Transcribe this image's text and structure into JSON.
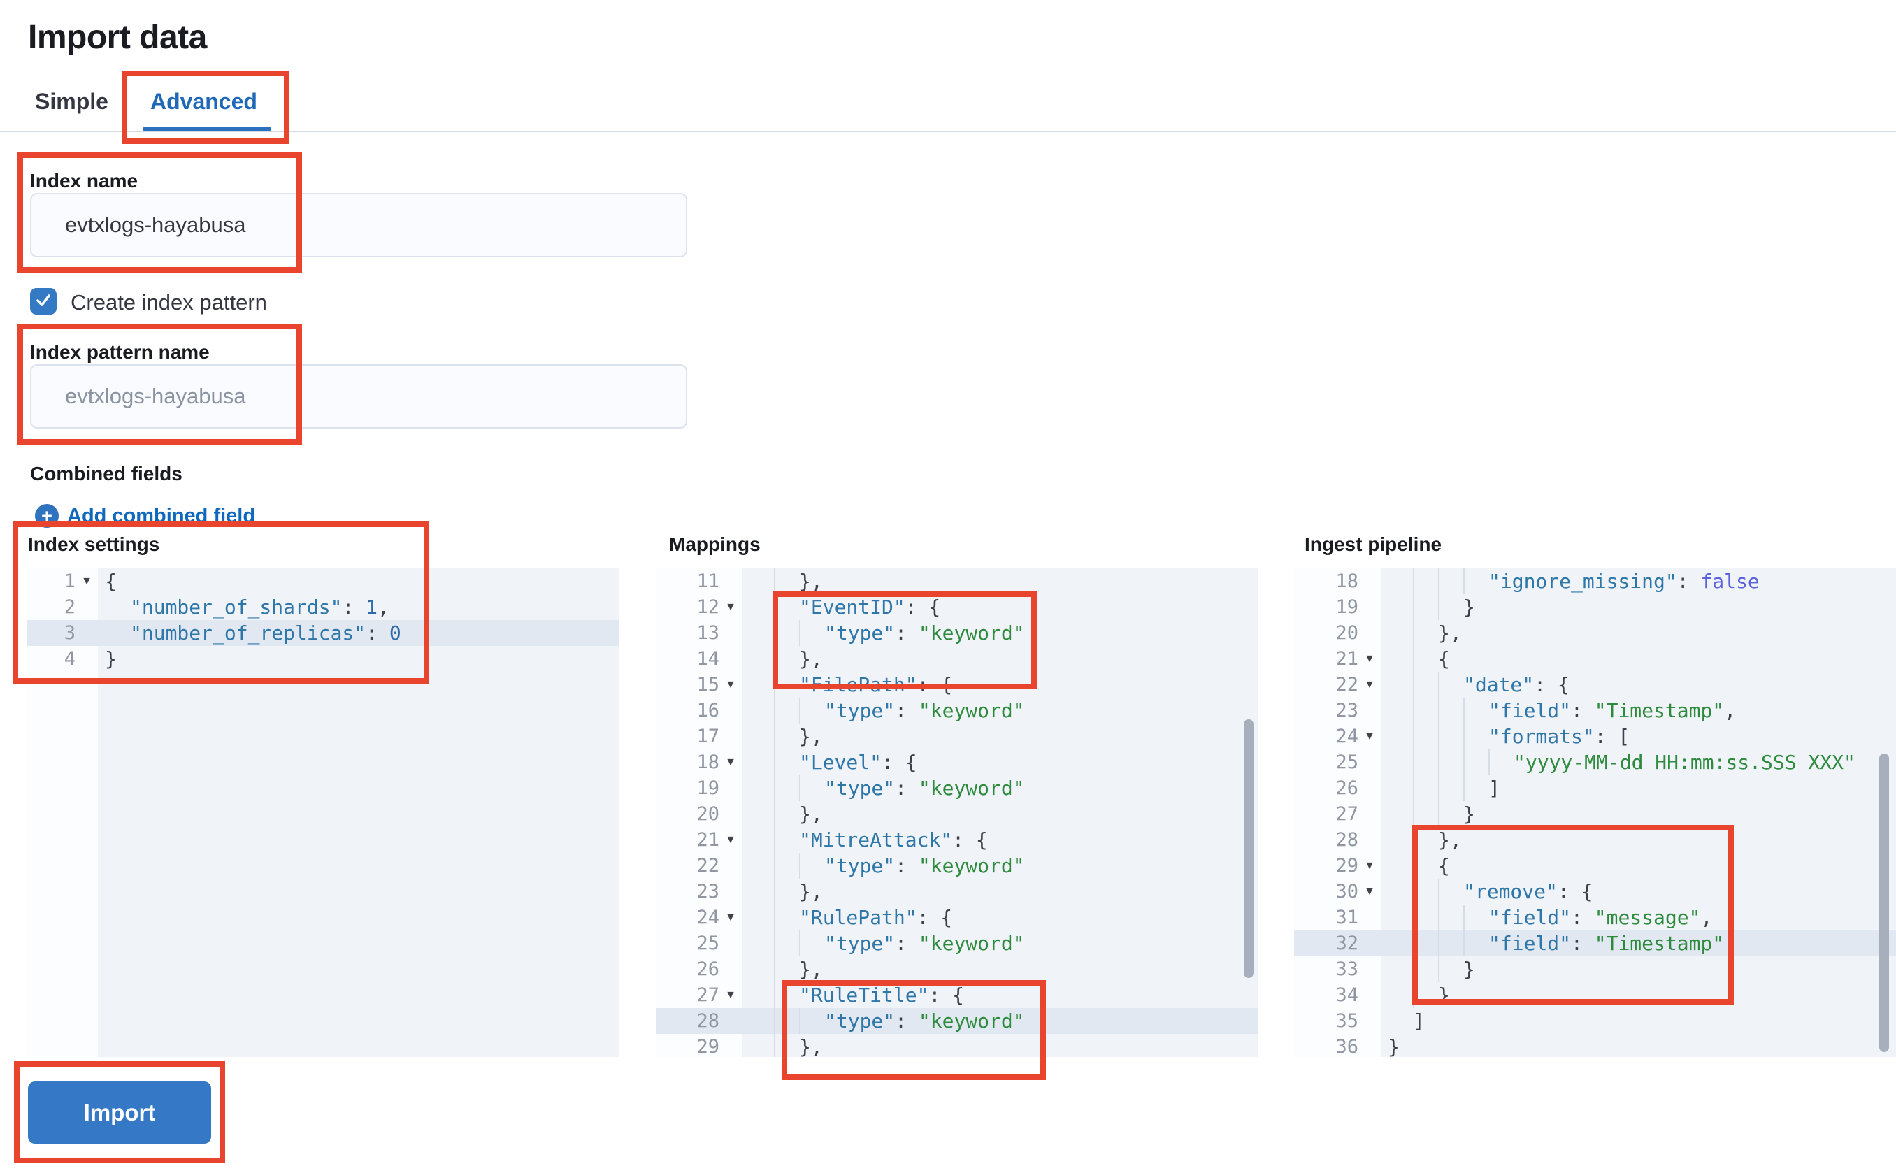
{
  "page_title": "Import data",
  "tabs": {
    "simple": "Simple",
    "advanced": "Advanced",
    "selected": "Advanced"
  },
  "form": {
    "index_name_label": "Index name",
    "index_name_value": "evtxlogs-hayabusa",
    "create_index_pattern_label": "Create index pattern",
    "create_index_pattern_checked": true,
    "index_pattern_label": "Index pattern name",
    "index_pattern_placeholder": "evtxlogs-hayabusa",
    "combined_fields_label": "Combined fields",
    "add_combined_field_label": "Add combined field"
  },
  "editors": {
    "index_settings": {
      "label": "Index settings",
      "lines": [
        {
          "n": 1,
          "d": 0,
          "f": 1,
          "t": [
            [
              "p",
              "{"
            ]
          ]
        },
        {
          "n": 2,
          "d": 1,
          "t": [
            [
              "k",
              "\"number_of_shards\""
            ],
            [
              "p",
              ": "
            ],
            [
              "n",
              "1"
            ],
            [
              "p",
              ","
            ]
          ]
        },
        {
          "n": 3,
          "d": 1,
          "h": 1,
          "t": [
            [
              "k",
              "\"number_of_replicas\""
            ],
            [
              "p",
              ": "
            ],
            [
              "n",
              "0"
            ]
          ]
        },
        {
          "n": 4,
          "d": 0,
          "t": [
            [
              "p",
              "}"
            ]
          ]
        }
      ]
    },
    "mappings": {
      "label": "Mappings",
      "lines": [
        {
          "n": 11,
          "d": 2,
          "t": [
            [
              "p",
              "},"
            ]
          ]
        },
        {
          "n": 12,
          "d": 2,
          "f": 1,
          "t": [
            [
              "k",
              "\"EventID\""
            ],
            [
              "p",
              ": {"
            ]
          ]
        },
        {
          "n": 13,
          "d": 3,
          "t": [
            [
              "k",
              "\"type\""
            ],
            [
              "p",
              ": "
            ],
            [
              "s",
              "\"keyword\""
            ]
          ]
        },
        {
          "n": 14,
          "d": 2,
          "t": [
            [
              "p",
              "},"
            ]
          ]
        },
        {
          "n": 15,
          "d": 2,
          "f": 1,
          "t": [
            [
              "k",
              "\"FilePath\""
            ],
            [
              "p",
              ": {"
            ]
          ]
        },
        {
          "n": 16,
          "d": 3,
          "t": [
            [
              "k",
              "\"type\""
            ],
            [
              "p",
              ": "
            ],
            [
              "s",
              "\"keyword\""
            ]
          ]
        },
        {
          "n": 17,
          "d": 2,
          "t": [
            [
              "p",
              "},"
            ]
          ]
        },
        {
          "n": 18,
          "d": 2,
          "f": 1,
          "t": [
            [
              "k",
              "\"Level\""
            ],
            [
              "p",
              ": {"
            ]
          ]
        },
        {
          "n": 19,
          "d": 3,
          "t": [
            [
              "k",
              "\"type\""
            ],
            [
              "p",
              ": "
            ],
            [
              "s",
              "\"keyword\""
            ]
          ]
        },
        {
          "n": 20,
          "d": 2,
          "t": [
            [
              "p",
              "},"
            ]
          ]
        },
        {
          "n": 21,
          "d": 2,
          "f": 1,
          "t": [
            [
              "k",
              "\"MitreAttack\""
            ],
            [
              "p",
              ": {"
            ]
          ]
        },
        {
          "n": 22,
          "d": 3,
          "t": [
            [
              "k",
              "\"type\""
            ],
            [
              "p",
              ": "
            ],
            [
              "s",
              "\"keyword\""
            ]
          ]
        },
        {
          "n": 23,
          "d": 2,
          "t": [
            [
              "p",
              "},"
            ]
          ]
        },
        {
          "n": 24,
          "d": 2,
          "f": 1,
          "t": [
            [
              "k",
              "\"RulePath\""
            ],
            [
              "p",
              ": {"
            ]
          ]
        },
        {
          "n": 25,
          "d": 3,
          "t": [
            [
              "k",
              "\"type\""
            ],
            [
              "p",
              ": "
            ],
            [
              "s",
              "\"keyword\""
            ]
          ]
        },
        {
          "n": 26,
          "d": 2,
          "t": [
            [
              "p",
              "},"
            ]
          ]
        },
        {
          "n": 27,
          "d": 2,
          "f": 1,
          "t": [
            [
              "k",
              "\"RuleTitle\""
            ],
            [
              "p",
              ": {"
            ]
          ]
        },
        {
          "n": 28,
          "d": 3,
          "h": 1,
          "t": [
            [
              "k",
              "\"type\""
            ],
            [
              "p",
              ": "
            ],
            [
              "s",
              "\"keyword\""
            ]
          ]
        },
        {
          "n": 29,
          "d": 2,
          "t": [
            [
              "p",
              "},"
            ]
          ]
        }
      ]
    },
    "ingest_pipeline": {
      "label": "Ingest pipeline",
      "lines": [
        {
          "n": 18,
          "d": 4,
          "t": [
            [
              "k",
              "\"ignore_missing\""
            ],
            [
              "p",
              ": "
            ],
            [
              "b",
              "false"
            ]
          ]
        },
        {
          "n": 19,
          "d": 3,
          "t": [
            [
              "p",
              "}"
            ]
          ]
        },
        {
          "n": 20,
          "d": 2,
          "t": [
            [
              "p",
              "},"
            ]
          ]
        },
        {
          "n": 21,
          "d": 2,
          "f": 1,
          "t": [
            [
              "p",
              "{"
            ]
          ]
        },
        {
          "n": 22,
          "d": 3,
          "f": 1,
          "t": [
            [
              "k",
              "\"date\""
            ],
            [
              "p",
              ": {"
            ]
          ]
        },
        {
          "n": 23,
          "d": 4,
          "t": [
            [
              "k",
              "\"field\""
            ],
            [
              "p",
              ": "
            ],
            [
              "s",
              "\"Timestamp\""
            ],
            [
              "p",
              ","
            ]
          ]
        },
        {
          "n": 24,
          "d": 4,
          "f": 1,
          "t": [
            [
              "k",
              "\"formats\""
            ],
            [
              "p",
              ": ["
            ]
          ]
        },
        {
          "n": 25,
          "d": 5,
          "t": [
            [
              "s",
              "\"yyyy-MM-dd HH:mm:ss.SSS XXX\""
            ]
          ]
        },
        {
          "n": 26,
          "d": 4,
          "t": [
            [
              "p",
              "]"
            ]
          ]
        },
        {
          "n": 27,
          "d": 3,
          "t": [
            [
              "p",
              "}"
            ]
          ]
        },
        {
          "n": 28,
          "d": 2,
          "t": [
            [
              "p",
              "},"
            ]
          ]
        },
        {
          "n": 29,
          "d": 2,
          "f": 1,
          "t": [
            [
              "p",
              "{"
            ]
          ]
        },
        {
          "n": 30,
          "d": 3,
          "f": 1,
          "t": [
            [
              "k",
              "\"remove\""
            ],
            [
              "p",
              ": {"
            ]
          ]
        },
        {
          "n": 31,
          "d": 4,
          "t": [
            [
              "k",
              "\"field\""
            ],
            [
              "p",
              ": "
            ],
            [
              "s",
              "\"message\""
            ],
            [
              "p",
              ","
            ]
          ]
        },
        {
          "n": 32,
          "d": 4,
          "h": 1,
          "t": [
            [
              "k",
              "\"field\""
            ],
            [
              "p",
              ": "
            ],
            [
              "s",
              "\"Timestamp\""
            ]
          ]
        },
        {
          "n": 33,
          "d": 3,
          "t": [
            [
              "p",
              "}"
            ]
          ]
        },
        {
          "n": 34,
          "d": 2,
          "t": [
            [
              "p",
              "}"
            ]
          ]
        },
        {
          "n": 35,
          "d": 1,
          "t": [
            [
              "p",
              "]"
            ]
          ]
        },
        {
          "n": 36,
          "d": 0,
          "t": [
            [
              "p",
              "}"
            ]
          ]
        }
      ]
    }
  },
  "import_button_label": "Import",
  "colors": {
    "accent_blue": "#1f68b8",
    "button_blue": "#3579c6",
    "checkbox_blue": "#3379c4",
    "annotation_red": "#e8442e",
    "json_key": "#2f77a8",
    "json_string": "#2e8b3d",
    "json_number": "#2d6ca6",
    "json_boolean": "#5c61e0",
    "editor_background": "#f0f3f8",
    "editor_highlight_line": "#e2e8f1"
  }
}
